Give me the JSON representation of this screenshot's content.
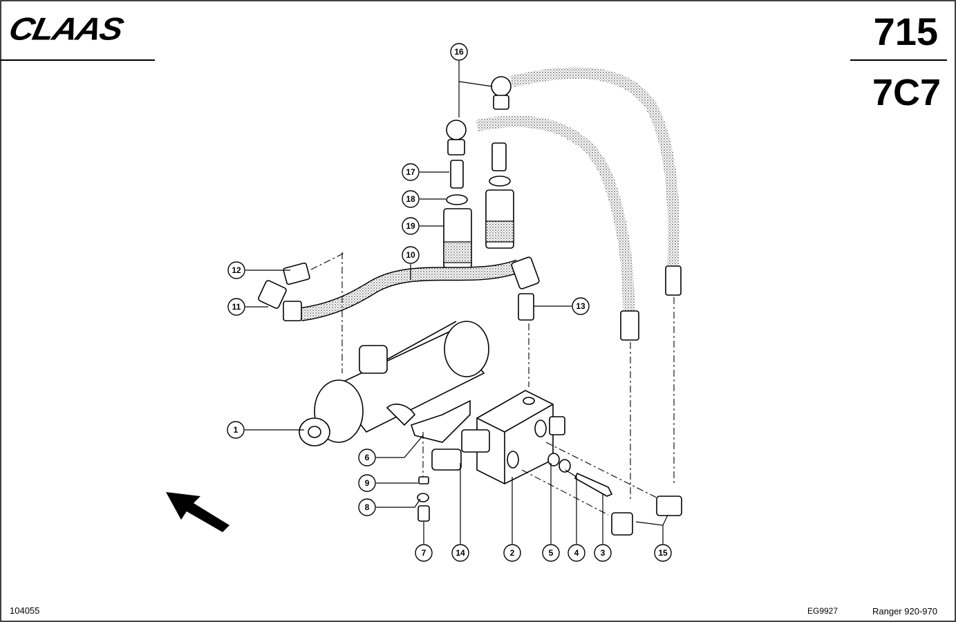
{
  "header": {
    "brand": "CLAAS",
    "page_number": "715",
    "page_code": "7C7"
  },
  "footer": {
    "doc_id": "104055",
    "drawing_id": "EG9927",
    "model_range": "Ranger 920-970"
  },
  "callouts": [
    "1",
    "2",
    "3",
    "4",
    "5",
    "6",
    "7",
    "8",
    "9",
    "10",
    "11",
    "12",
    "13",
    "14",
    "15",
    "16",
    "17",
    "18",
    "19"
  ]
}
